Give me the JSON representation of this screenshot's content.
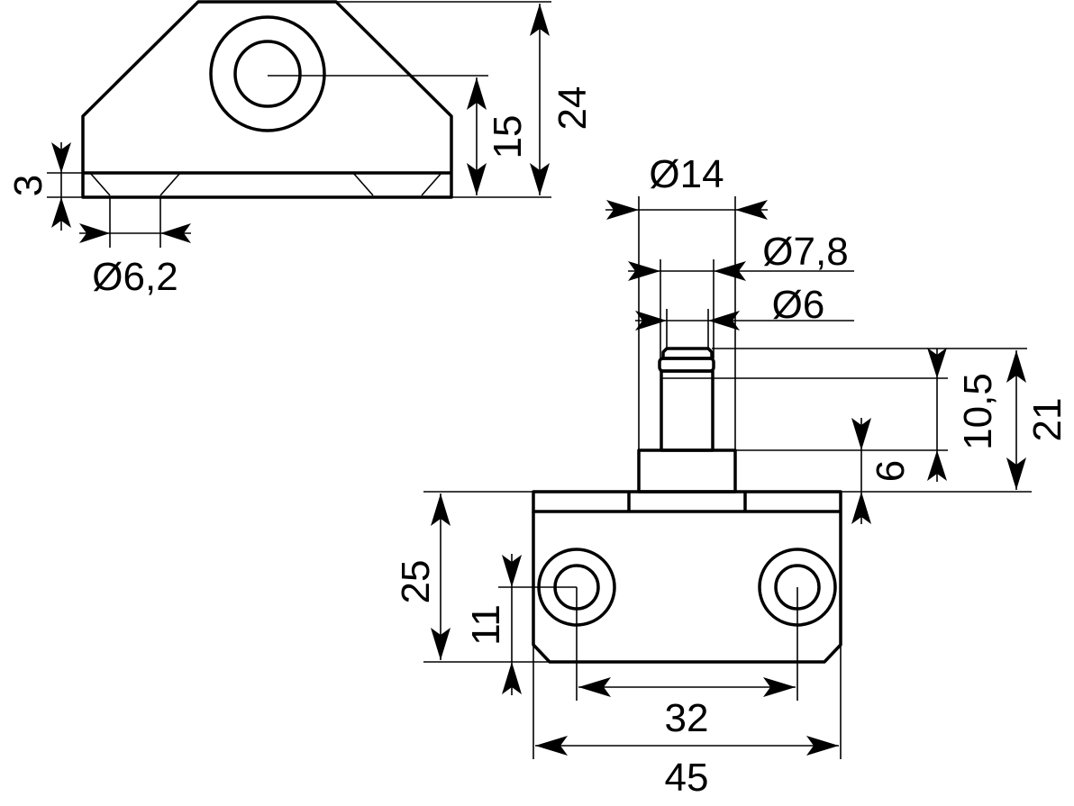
{
  "dimensions": {
    "d_height_24": "24",
    "d_hole_center_15": "15",
    "d_base_3": "3",
    "d_counterbore_6_2": "Ø6,2",
    "d_head_14": "Ø14",
    "d_groove_7_8": "Ø7,8",
    "d_pin_6": "Ø6",
    "d_pin_10_5": "10,5",
    "d_total_21": "21",
    "d_collar_6": "6",
    "d_body_25": "25",
    "d_hole_11": "11",
    "d_holes_32": "32",
    "d_width_45": "45"
  }
}
